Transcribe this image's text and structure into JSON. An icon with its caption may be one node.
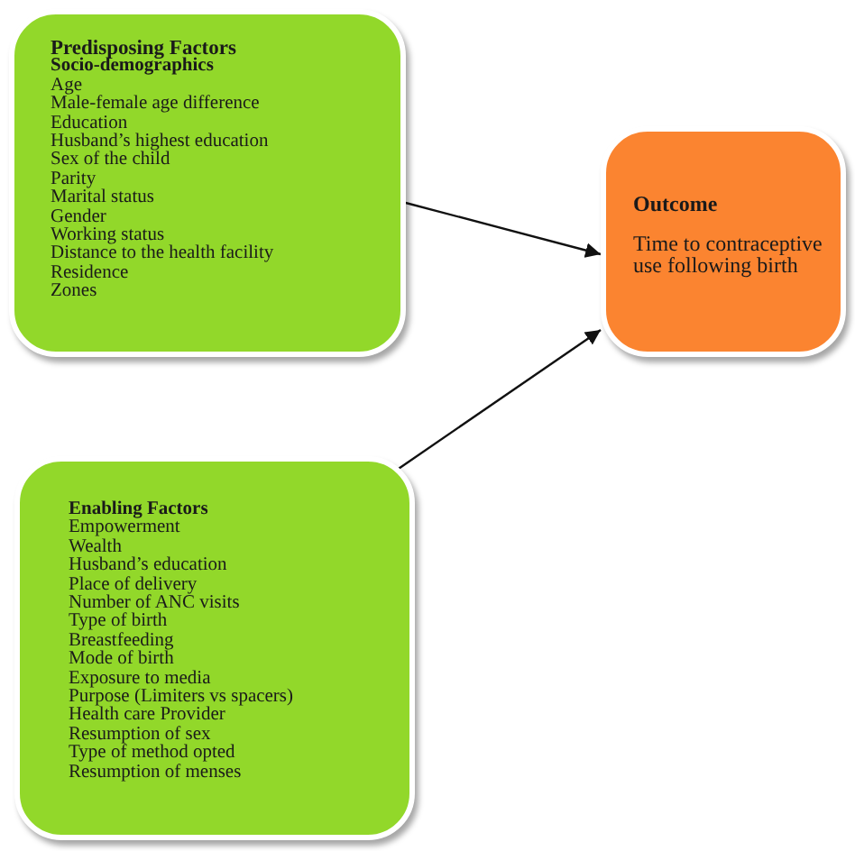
{
  "diagram": {
    "nodes": [
      {
        "text": [
          "Predisposing Factors",
          "Socio-demographics",
          "Age",
          "Male-female age difference",
          "Education",
          "Husband’s highest education",
          "Sex of the child",
          "Parity",
          "Marital status",
          "Gender",
          "Working status",
          "Distance to the health facility",
          "Residence",
          "Zones"
        ]
      },
      {
        "text": [
          "Enabling Factors",
          "Empowerment",
          "Wealth",
          "Husband’s education",
          "Place of delivery",
          "Number of ANC visits",
          "Type of birth",
          "Breastfeeding",
          "Mode of birth",
          "Exposure to media",
          "Purpose (Limiters vs spacers)",
          "Health care Provider",
          "Resumption of sex",
          "Type of method opted",
          "Resumption of menses"
        ]
      },
      {
        "text": [
          "Outcome",
          "Time to contraceptive use following birth"
        ]
      }
    ],
    "edges": [
      {
        "from": 0,
        "to": 2,
        "arrow": "to"
      },
      {
        "from": 1,
        "to": 2,
        "arrow": "to"
      }
    ]
  }
}
